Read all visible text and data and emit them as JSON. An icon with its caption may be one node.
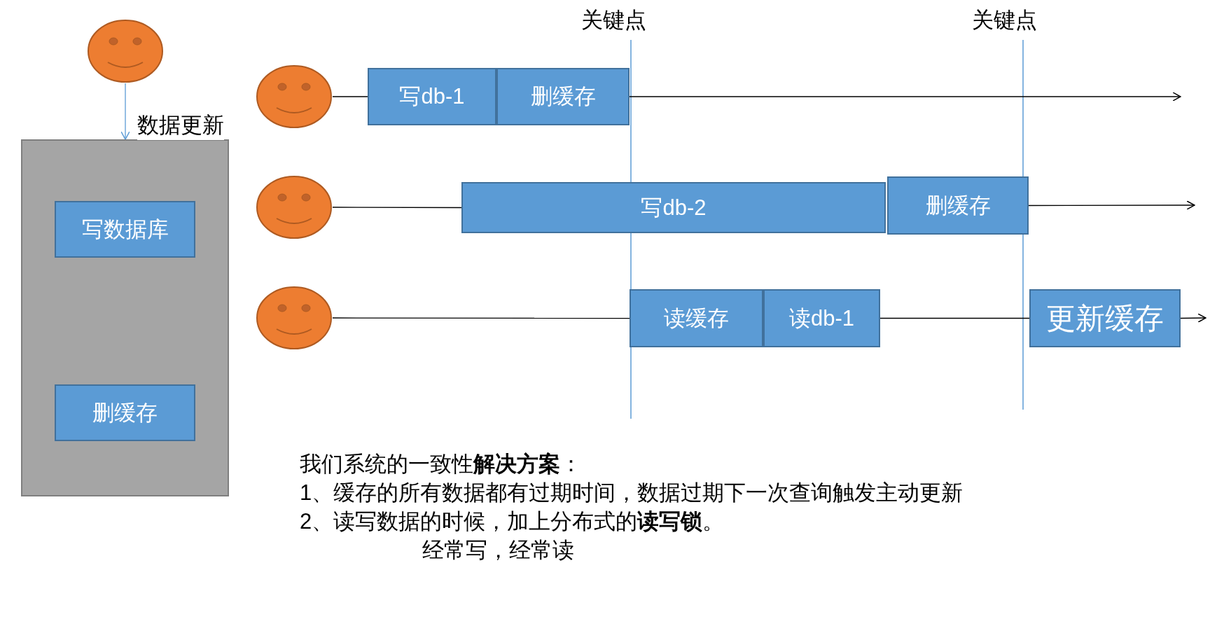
{
  "diagram": {
    "nodes": [
      {
        "text": [],
        "shape": "picture"
      },
      {
        "text": [],
        "shape": "box"
      },
      {
        "text": [
          "写数据库"
        ],
        "in": 1
      },
      {
        "text": [
          "删缓存"
        ],
        "in": 1
      },
      {
        "text": [],
        "shape": "picture"
      },
      {
        "text": [
          "写db-1"
        ]
      },
      {
        "text": [
          "删缓存"
        ]
      },
      {
        "text": [],
        "shape": "picture"
      },
      {
        "text": [
          "写db-2"
        ]
      },
      {
        "text": [
          "删缓存"
        ]
      },
      {
        "text": [],
        "shape": "picture"
      },
      {
        "text": [
          "读缓存"
        ]
      },
      {
        "text": [
          "读db-1"
        ]
      },
      {
        "text": [
          "更新缓存"
        ]
      }
    ],
    "edges": [
      {
        "from": 0,
        "to": 1,
        "arrow": "to",
        "label": "数据更新",
        "color": "#5b9bd5"
      },
      {
        "from": 4,
        "to": 5,
        "arrow": "none"
      },
      {
        "from": 6,
        "to": null,
        "arrow": "to"
      },
      {
        "from": 7,
        "to": 8,
        "arrow": "none"
      },
      {
        "from": 9,
        "to": null,
        "arrow": "to"
      },
      {
        "from": 10,
        "to": 11,
        "arrow": "none"
      },
      {
        "from": 12,
        "to": 13,
        "arrow": "none"
      },
      {
        "from": 13,
        "to": null,
        "arrow": "to"
      }
    ],
    "labels": [
      "关键点",
      "关键点",
      "我们系统的一致性**解决方案**：",
      "1、缓存的所有数据都有过期时间，数据过期下一次查询触发主动更新",
      "2、读写数据的时候，加上分布式的**读写锁**。",
      "经常写，经常读"
    ]
  }
}
